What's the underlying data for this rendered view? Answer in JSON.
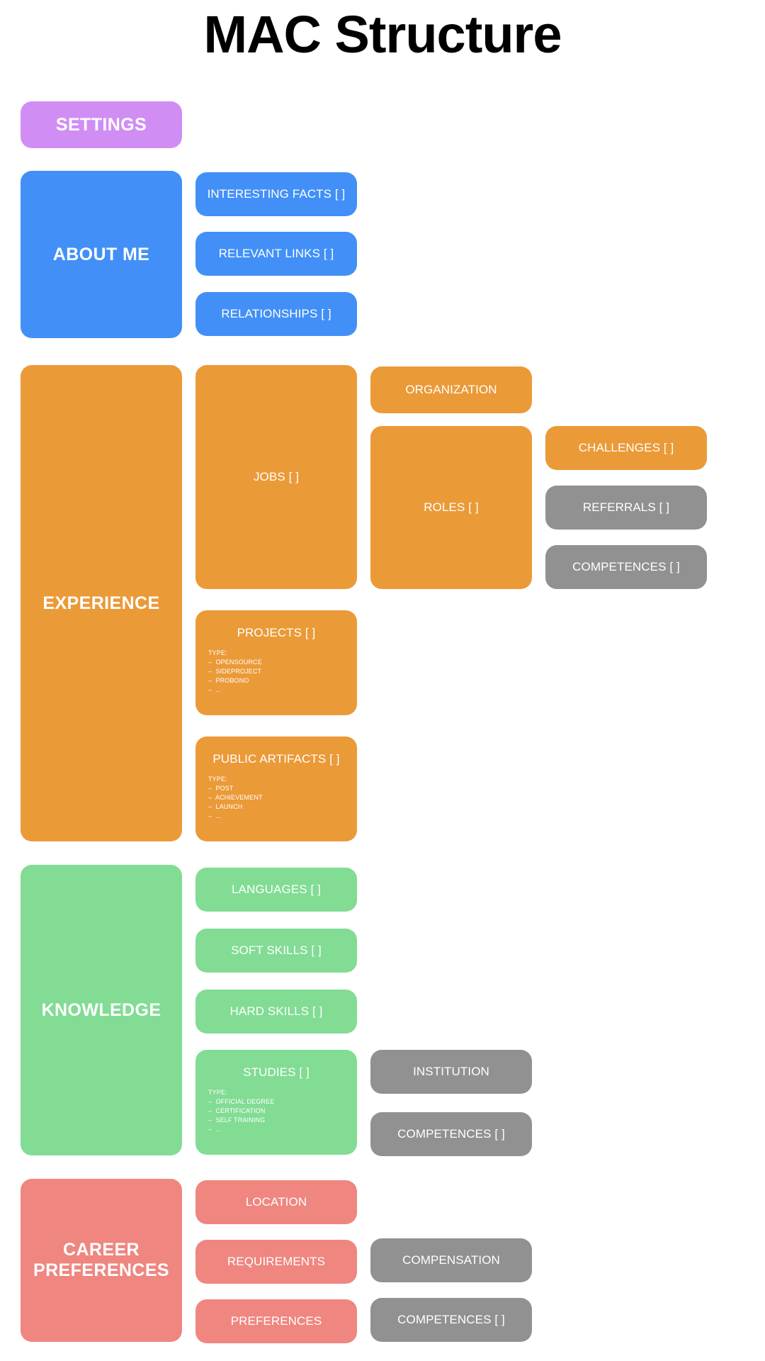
{
  "page": {
    "title": "MAC Structure",
    "background": "#ffffff"
  },
  "colors": {
    "purple": "#d08ef5",
    "blue": "#4290f7",
    "orange": "#eb9a38",
    "green": "#82dc94",
    "salmon": "#ef8680",
    "gray": "#919191",
    "text": "#ffffff",
    "title_text": "#000000"
  },
  "diagram": {
    "type": "block-hierarchy",
    "sections": [
      {
        "id": "settings",
        "label": "SETTINGS",
        "color": "#d08ef5",
        "children": []
      },
      {
        "id": "about-me",
        "label": "ABOUT ME",
        "color": "#4290f7",
        "children": [
          {
            "id": "interesting-facts",
            "label": "INTERESTING FACTS [ ]",
            "color": "#4290f7"
          },
          {
            "id": "relevant-links",
            "label": "RELEVANT LINKS [ ]",
            "color": "#4290f7"
          },
          {
            "id": "relationships",
            "label": "RELATIONSHIPS [ ]",
            "color": "#4290f7"
          }
        ]
      },
      {
        "id": "experience",
        "label": "EXPERIENCE",
        "color": "#eb9a38",
        "children": [
          {
            "id": "jobs",
            "label": "JOBS [ ]",
            "color": "#eb9a38",
            "children": [
              {
                "id": "organization",
                "label": "ORGANIZATION",
                "color": "#eb9a38"
              },
              {
                "id": "roles",
                "label": "ROLES [ ]",
                "color": "#eb9a38",
                "children": [
                  {
                    "id": "challenges",
                    "label": "CHALLENGES [ ]",
                    "color": "#eb9a38"
                  },
                  {
                    "id": "referrals",
                    "label": "REFERRALS [ ]",
                    "color": "#919191"
                  },
                  {
                    "id": "competences-roles",
                    "label": "COMPETENCES [ ]",
                    "color": "#919191"
                  }
                ]
              }
            ]
          },
          {
            "id": "projects",
            "label": "PROJECTS [ ]",
            "color": "#eb9a38",
            "type_label": "TYPE:",
            "types": [
              "OPENSOURCE",
              "SIDEPROJECT",
              "PROBONO",
              "..."
            ]
          },
          {
            "id": "public-artifacts",
            "label": "PUBLIC ARTIFACTS [ ]",
            "color": "#eb9a38",
            "type_label": "TYPE:",
            "types": [
              "POST",
              "ACHIEVEMENT",
              "LAUNCH",
              "..."
            ]
          }
        ]
      },
      {
        "id": "knowledge",
        "label": "KNOWLEDGE",
        "color": "#82dc94",
        "children": [
          {
            "id": "languages",
            "label": "LANGUAGES [ ]",
            "color": "#82dc94"
          },
          {
            "id": "soft-skills",
            "label": "SOFT SKILLS [ ]",
            "color": "#82dc94"
          },
          {
            "id": "hard-skills",
            "label": "HARD SKILLS [ ]",
            "color": "#82dc94"
          },
          {
            "id": "studies",
            "label": "STUDIES [ ]",
            "color": "#82dc94",
            "type_label": "TYPE:",
            "types": [
              "OFFICIAL DEGREE",
              "CERTIFICATION",
              "SELF TRAINING",
              "..."
            ],
            "children": [
              {
                "id": "institution",
                "label": "INSTITUTION",
                "color": "#919191"
              },
              {
                "id": "competences-studies",
                "label": "COMPETENCES [ ]",
                "color": "#919191"
              }
            ]
          }
        ]
      },
      {
        "id": "career-preferences",
        "label": "CAREER\nPREFERENCES",
        "label_line1": "CAREER",
        "label_line2": "PREFERENCES",
        "color": "#ef8680",
        "children": [
          {
            "id": "location",
            "label": "LOCATION",
            "color": "#ef8680"
          },
          {
            "id": "requirements",
            "label": "REQUIREMENTS",
            "color": "#ef8680",
            "children": [
              {
                "id": "compensation",
                "label": "COMPENSATION",
                "color": "#919191"
              }
            ]
          },
          {
            "id": "preferences",
            "label": "PREFERENCES",
            "color": "#ef8680",
            "children": [
              {
                "id": "competences-preferences",
                "label": "COMPETENCES [ ]",
                "color": "#919191"
              }
            ]
          }
        ]
      }
    ]
  },
  "labels": {
    "title": "MAC Structure",
    "settings": "SETTINGS",
    "about_me": "ABOUT ME",
    "interesting_facts": "INTERESTING FACTS [ ]",
    "relevant_links": "RELEVANT LINKS [ ]",
    "relationships": "RELATIONSHIPS [ ]",
    "experience": "EXPERIENCE",
    "jobs": "JOBS [ ]",
    "organization": "ORGANIZATION",
    "roles": "ROLES [ ]",
    "challenges": "CHALLENGES [ ]",
    "referrals": "REFERRALS [ ]",
    "competences_roles": "COMPETENCES [ ]",
    "projects": "PROJECTS [ ]",
    "projects_type_label": "TYPE:",
    "projects_types": "–  OPENSOURCE\n–  SIDEPROJECT\n–  PROBONO\n–  ...",
    "public_artifacts": "PUBLIC ARTIFACTS [ ]",
    "public_artifacts_type_label": "TYPE:",
    "public_artifacts_types": "–  POST\n–  ACHIEVEMENT\n–  LAUNCH\n–  ...",
    "knowledge": "KNOWLEDGE",
    "languages": "LANGUAGES [ ]",
    "soft_skills": "SOFT SKILLS [ ]",
    "hard_skills": "HARD SKILLS [ ]",
    "studies": "STUDIES [ ]",
    "studies_type_label": "TYPE:",
    "studies_types": "–  OFFICIAL DEGREE\n–  CERTIFICATION\n–  SELF TRAINING\n–  ...",
    "institution": "INSTITUTION",
    "competences_studies": "COMPETENCES [ ]",
    "career_preferences_line1": "CAREER",
    "career_preferences_line2": "PREFERENCES",
    "location": "LOCATION",
    "requirements": "REQUIREMENTS",
    "compensation": "COMPENSATION",
    "preferences": "PREFERENCES",
    "competences_preferences": "COMPETENCES [ ]"
  }
}
